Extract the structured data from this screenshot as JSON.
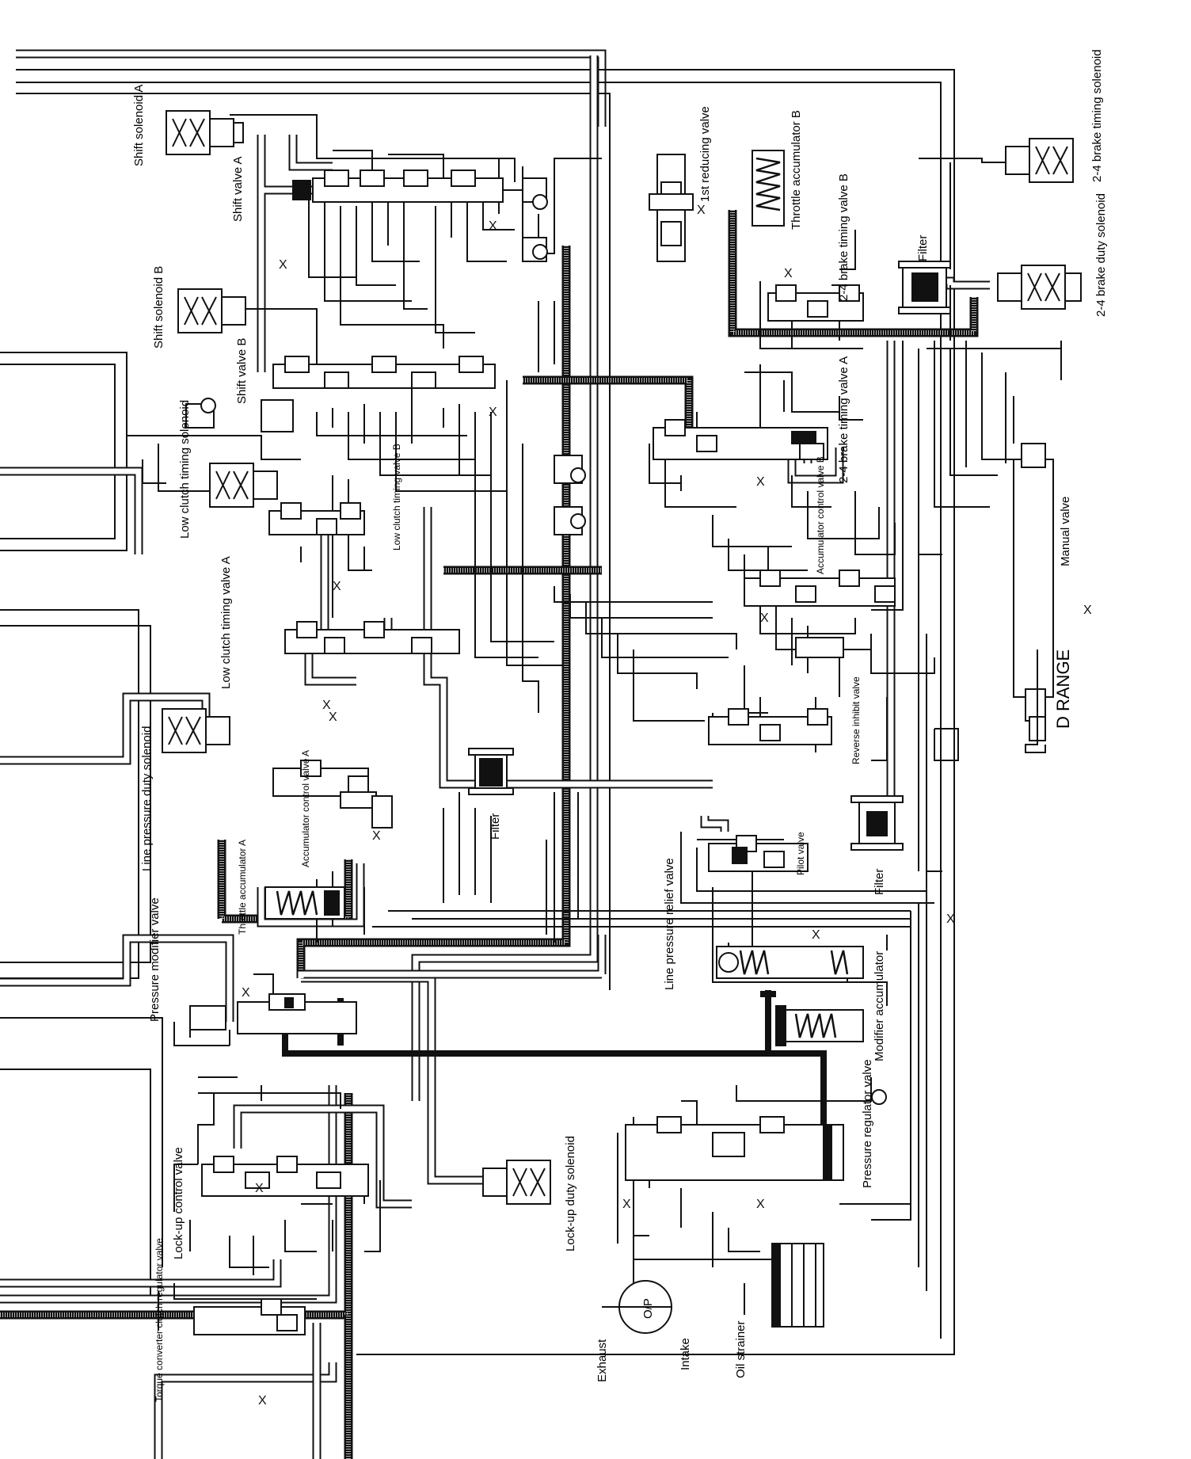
{
  "labels": {
    "shift_solenoid_a": "Shift solenoid A",
    "shift_valve_a": "Shift valve A",
    "shift_solenoid_b": "Shift solenoid B",
    "shift_valve_b": "Shift valve B",
    "low_clutch_timing_solenoid": "Low clutch timing solenoid",
    "low_clutch_timing_valve_b": "Low clutch timing valve B",
    "low_clutch_timing_valve_a": "Low clutch timing valve A",
    "line_pressure_duty_solenoid": "Line pressure duty solenoid",
    "accumulator_control_valve_a": "Accumulator control valve A",
    "throttle_accumulator_a": "Throttle accumulator A",
    "filter_center": "Filter",
    "pressure_modifier_valve": "Pressure modifier valve",
    "lock_up_control_valve": "Lock-up control valve",
    "torque_converter_clutch_regulator_valve": "Torque converter clutch regulator valve",
    "lock_up_duty_solenoid": "Lock-up duty solenoid",
    "exhaust": "Exhaust",
    "intake": "Intake",
    "oil_pump": "O/P",
    "oil_strainer": "Oil strainer",
    "pressure_regulator_valve": "Pressure regulator valve",
    "modifier_accumulator": "Modifier accumulator",
    "line_pressure_relief_valve": "Line pressure relief valve",
    "pilot_valve": "Pilot valve",
    "filter_pilot": "Filter",
    "reverse_inhibit_valve": "Reverse inhibit valve",
    "accumulator_control_valve_b": "Accumulator control valve B",
    "brake_timing_valve_a": "2-4 brake timing valve A",
    "d_range": "D RANGE",
    "manual_valve": "Manual valve",
    "first_reducing_valve": "1st reducing valve",
    "throttle_accumulator_b": "Throttle accumulator B",
    "brake_timing_valve_b": "2-4 brake timing valve B",
    "filter_top": "Filter",
    "brake_timing_solenoid": "2-4 brake timing solenoid",
    "brake_duty_solenoid": "2-4 brake duty solenoid",
    "exhaust_mark": "X"
  }
}
